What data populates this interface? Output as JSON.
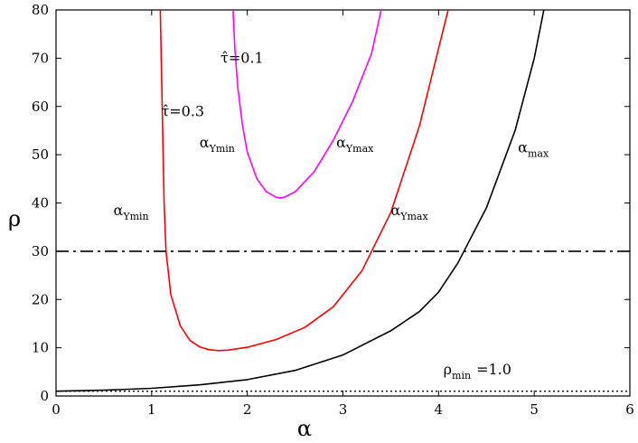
{
  "chart_data": {
    "type": "line",
    "xlabel": "α",
    "ylabel": "ρ",
    "xlim": [
      0,
      6
    ],
    "ylim": [
      0,
      80
    ],
    "xticks": [
      "0",
      "1",
      "2",
      "3",
      "4",
      "5",
      "6"
    ],
    "yticks": [
      "0",
      "10",
      "20",
      "30",
      "40",
      "50",
      "60",
      "70",
      "80"
    ],
    "grid": false,
    "legend": "none",
    "series": [
      {
        "color": "#000000",
        "style": "solid",
        "x": [
          0.0,
          0.5,
          1.0,
          1.5,
          2.0,
          2.5,
          3.0,
          3.5,
          3.8,
          4.0,
          4.2,
          4.5,
          4.8,
          5.0,
          5.1
        ],
        "y": [
          1.0,
          1.2,
          1.6,
          2.3,
          3.4,
          5.3,
          8.5,
          13.5,
          17.5,
          21.5,
          27.5,
          39.0,
          55.0,
          70.0,
          80.0
        ]
      },
      {
        "color": "#ff0000",
        "style": "solid",
        "x": [
          1.09,
          1.1,
          1.11,
          1.12,
          1.13,
          1.15,
          1.2,
          1.3,
          1.4,
          1.5,
          1.6,
          1.7,
          1.8,
          2.0,
          2.3,
          2.6,
          2.9,
          3.2,
          3.5,
          3.8,
          4.0,
          4.1
        ],
        "y": [
          80.0,
          70.0,
          60.0,
          50.0,
          40.0,
          30.0,
          21.0,
          14.5,
          11.5,
          10.2,
          9.6,
          9.4,
          9.5,
          10.1,
          11.7,
          14.2,
          18.5,
          26.0,
          38.0,
          56.0,
          72.0,
          80.0
        ]
      },
      {
        "color": "#ff00ff",
        "style": "solid",
        "x": [
          1.85,
          1.87,
          1.9,
          1.95,
          2.0,
          2.1,
          2.2,
          2.3,
          2.35,
          2.4,
          2.5,
          2.7,
          2.9,
          3.1,
          3.3,
          3.4
        ],
        "y": [
          80.0,
          72.0,
          64.0,
          56.0,
          50.5,
          45.0,
          42.3,
          41.2,
          41.0,
          41.3,
          42.3,
          46.5,
          53.0,
          61.0,
          71.0,
          80.0
        ]
      },
      {
        "color": "#000000",
        "style": "dashdot",
        "x": [
          0,
          6
        ],
        "y": [
          30,
          30
        ]
      },
      {
        "color": "#000000",
        "style": "dotted",
        "x": [
          0,
          6
        ],
        "y": [
          1,
          1
        ]
      }
    ],
    "annotations": [
      {
        "main": "τ̂=0.3",
        "sub": "",
        "x": 1.1,
        "y": 58
      },
      {
        "main": "τ̂=0.1",
        "sub": "",
        "x": 1.72,
        "y": 69
      },
      {
        "main": "α",
        "sub": "Ymin",
        "x": 1.5,
        "y": 51.5
      },
      {
        "main": "α",
        "sub": "Ymax",
        "x": 2.93,
        "y": 51.5
      },
      {
        "main": "α",
        "sub": "max",
        "x": 4.83,
        "y": 50.5
      },
      {
        "main": "α",
        "sub": "Ymin",
        "x": 0.6,
        "y": 37.5
      },
      {
        "main": "α",
        "sub": "Ymax",
        "x": 3.5,
        "y": 37.5
      },
      {
        "main": "ρ",
        "sub": "min",
        "x": 4.05,
        "y": 4.5,
        "suffix": "=1.0"
      }
    ]
  }
}
